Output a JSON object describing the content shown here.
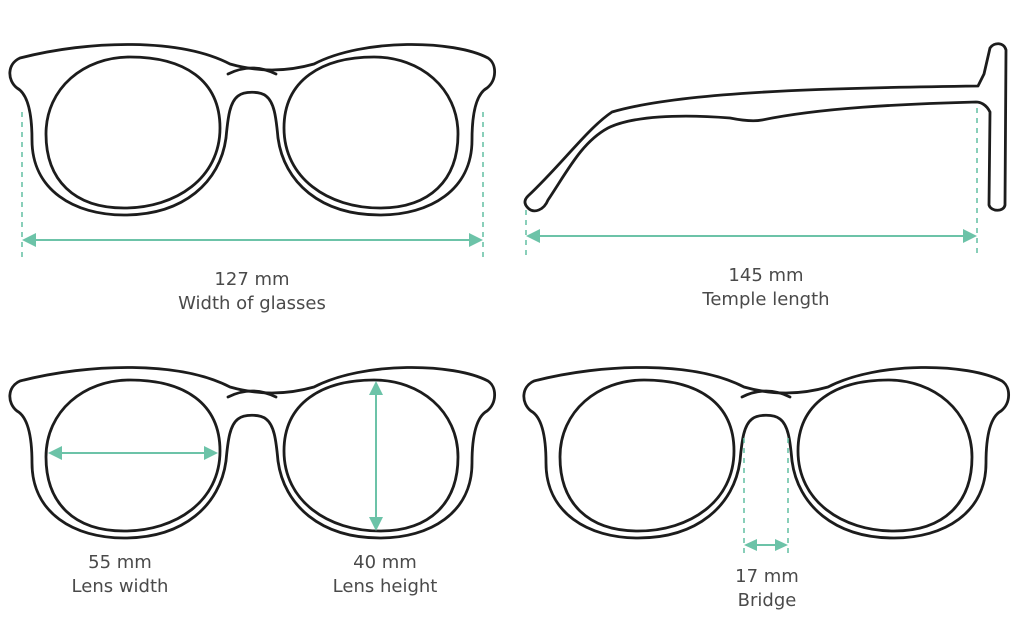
{
  "colors": {
    "accent": "#6cc3a8",
    "outline": "#1c1c1c",
    "text": "#4a4a4a"
  },
  "measurements": {
    "width": {
      "value": "127 mm",
      "label": "Width of glasses"
    },
    "temple": {
      "value": "145 mm",
      "label": "Temple length"
    },
    "lens_width": {
      "value": "55 mm",
      "label": "Lens width"
    },
    "lens_height": {
      "value": "40 mm",
      "label": "Lens height"
    },
    "bridge": {
      "value": "17 mm",
      "label": "Bridge"
    }
  }
}
